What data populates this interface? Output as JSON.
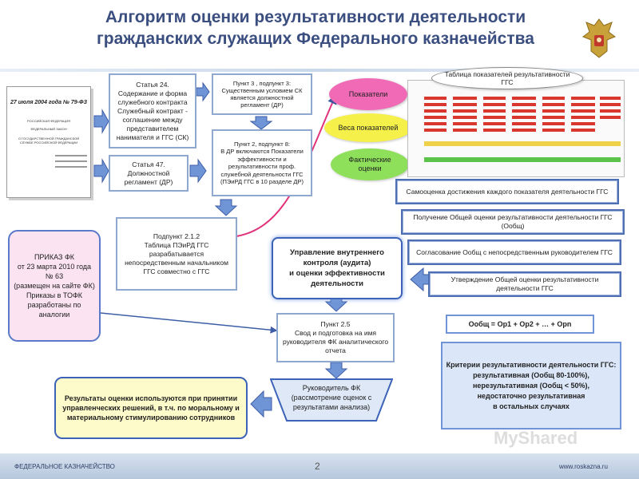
{
  "title": {
    "line1": "Алгоритм оценки результативности деятельности",
    "line2": "гражданских служащих Федерального казначейства"
  },
  "doc": {
    "header": "27 июля 2004 года  № 79-ФЗ",
    "l1": "РОССИЙСКАЯ ФЕДЕРАЦИЯ",
    "l2": "ФЕДЕРАЛЬНЫЙ ЗАКОН",
    "l3": "О ГОСУДАРСТВЕННОЙ ГРАЖДАНСКОЙ СЛУЖБЕ РОССИЙСКОЙ ФЕДЕРАЦИИ"
  },
  "boxes": {
    "art24": "Статья 24.\nСодержание и форма служебного контракта\nСлужебный контракт - соглашение между представителем нанимателя и ГГС (СК)",
    "art47": "Статья 47.\nДолжностной регламент (ДР)",
    "p3": "Пункт 3 , подпункт 3:\nСущественным условием СК является должностной регламент (ДР)",
    "p2": "Пункт 2, подпункт 8:\nВ ДР включаются Показатели эффективности и результативности проф. служебной деятельности ГГС (ПЭиРД ГГС в 10 разделе ДР)",
    "p212": "Подпункт 2.1.2\nТаблица ПЭиРД ГГС разрабатывается непосредственным начальником ГГС совместно с ГГС",
    "order": "ПРИКАЗ ФК\nот 23 марта 2010 года\n№ 63\n(размещен на сайте ФК)\nПриказы в ТОФК разработаны по аналогии",
    "audit": "Управление внутреннего контроля (аудита)\nи оценки эффективности деятельности",
    "p25": "Пункт 2.5\nСвод и подготовка на имя руководителя ФК аналитического отчета",
    "head": "Руководитель ФК\n(рассмотрение оценок с результатами анализа)",
    "results": "Результаты оценки используются при принятии управленческих решений, в т.ч. по моральному и материальному стимулированию сотрудников",
    "formula": "Ообщ = Ор1 + Ор2 + … + Орn",
    "criteria": "Критерии результативности деятельности ГГС:\nрезультативная (Ообщ 80-100%),\nнерезультативная (Ообщ < 50%),\nнедостаточно результативная\nв остальных случаях"
  },
  "bubbles": {
    "indicators": "Показатели",
    "weights": "Веса показателей",
    "actual": "Фактические оценки",
    "table": "Таблица показателей результативности ГГС"
  },
  "steps": [
    "Самооценка достижения каждого показателя деятельности ГГС",
    "Получение Общей оценки результативности деятельности ГГС (Ообщ)",
    "Согласование Ообщ с непосредственным руководителем ГГС",
    "Утверждение Общей оценки результативности деятельности ГГС"
  ],
  "footer": {
    "left": "ФЕДЕРАЛЬНОЕ КАЗНАЧЕЙСТВО",
    "right": "www.roskazna.ru",
    "page": "2"
  },
  "watermark": "MyShared",
  "colors": {
    "title": "#3b4e80",
    "arrow": "#5a7fc8",
    "pink": "#f06ab5",
    "green": "#8ee05a",
    "yellow": "#f5f04a",
    "line": "#e0337b"
  }
}
